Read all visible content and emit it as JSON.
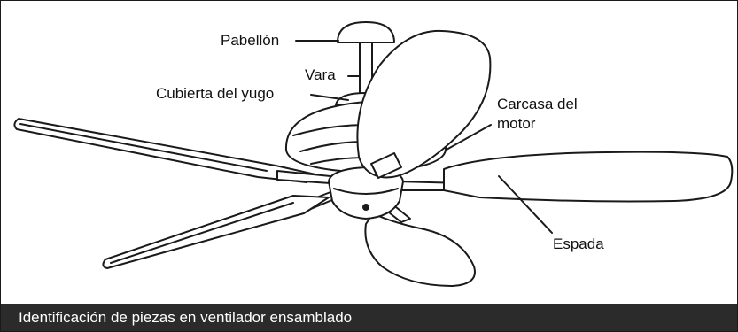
{
  "labels": {
    "canopy": "Pabellón",
    "downrod": "Vara",
    "yoke_cover": "Cubierta del yugo",
    "motor_housing_line1": "Carcasa del",
    "motor_housing_line2": "motor",
    "blade": "Espada"
  },
  "caption": "Identificación de piezas en ventilador ensamblado"
}
